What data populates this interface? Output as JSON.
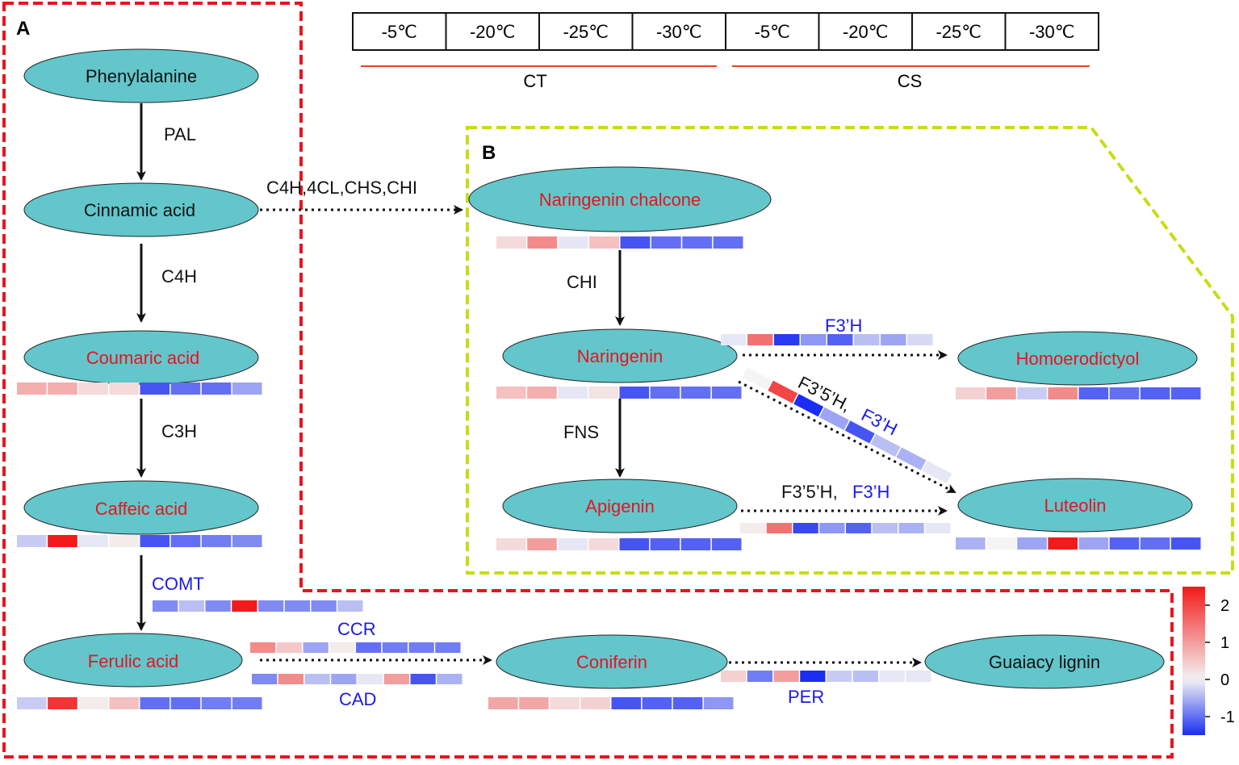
{
  "colors": {
    "node_fill": "#62C6CB",
    "metabolite_red": "#E8141E",
    "metabolite_black": "#111111",
    "enzyme_blue": "#1A1AE6",
    "enzyme_black": "#111111",
    "box_a": "#E8141E",
    "box_b": "#C8DC14",
    "group_line": "#E8441E",
    "scale_high": "#F21A1A",
    "scale_mid": "#F4F4F4",
    "scale_low": "#1A2DF2"
  },
  "panels": {
    "a": "A",
    "b": "B"
  },
  "header": {
    "cells": [
      "-5℃",
      "-20℃",
      "-25℃",
      "-30℃",
      "-5℃",
      "-20℃",
      "-25℃",
      "-30℃"
    ],
    "groups": [
      "CT",
      "CS"
    ]
  },
  "metabolites": {
    "phenylalanine": "Phenylalanine",
    "cinnamic": "Cinnamic acid",
    "coumaric": "Coumaric acid",
    "caffeic": "Caffeic acid",
    "ferulic": "Ferulic acid",
    "coniferin": "Coniferin",
    "guaiacy": "Guaiacy lignin",
    "nar_chalcone": "Naringenin chalcone",
    "naringenin": "Naringenin",
    "apigenin": "Apigenin",
    "homoerodictyol": "Homoerodictyol",
    "luteolin": "Luteolin"
  },
  "enzymes": {
    "pal": "PAL",
    "c4h_chain": "C4H,4CL,CHS,CHI",
    "c4h": "C4H",
    "c3h": "C3H",
    "comt": "COMT",
    "ccr": "CCR",
    "cad": "CAD",
    "per": "PER",
    "chi": "CHI",
    "fns": "FNS",
    "f3h_top": "F3’H",
    "f35h_diag": "F3’5’H,",
    "f3h_diag": "F3’H",
    "f35h_bottom": "F3’5’H,",
    "f3h_bottom": "F3’H"
  },
  "heatmap": {
    "coumaric": [
      0.8,
      0.8,
      0.3,
      0.3,
      -1.2,
      -1.0,
      -1.0,
      -0.6
    ],
    "caffeic": [
      -0.3,
      2.5,
      -0.1,
      0.1,
      -1.2,
      -1.0,
      -0.9,
      -0.8
    ],
    "comt": [
      -0.8,
      -0.4,
      -0.8,
      2.5,
      -0.8,
      -0.8,
      -0.8,
      -0.4
    ],
    "ferulic": [
      -0.3,
      2.2,
      0.1,
      0.6,
      -1.0,
      -1.0,
      -0.9,
      -0.9
    ],
    "ccr": [
      1.2,
      0.5,
      -0.6,
      0.1,
      -1.0,
      -0.9,
      -0.9,
      -0.9
    ],
    "cad": [
      -0.8,
      1.2,
      -0.4,
      -0.6,
      -0.1,
      1.0,
      -1.2,
      -0.5
    ],
    "coniferin": [
      0.9,
      0.9,
      0.3,
      0.4,
      -1.2,
      -1.1,
      -1.1,
      -0.7
    ],
    "per": [
      0.4,
      -0.9,
      1.0,
      -1.5,
      -0.3,
      -0.4,
      -0.1,
      -0.1
    ],
    "nar_chalcone": [
      0.3,
      1.2,
      -0.1,
      0.6,
      -1.2,
      -1.0,
      -1.0,
      -1.0
    ],
    "naringenin": [
      0.6,
      0.8,
      -0.1,
      0.2,
      -1.2,
      -1.0,
      -1.0,
      -1.0
    ],
    "apigenin": [
      0.3,
      1.0,
      -0.1,
      0.3,
      -1.2,
      -1.1,
      -1.1,
      -1.1
    ],
    "f3h_top": [
      -0.1,
      1.5,
      -1.4,
      -0.7,
      -1.1,
      -0.4,
      -0.6,
      -0.2
    ],
    "f35h_diag": [
      0.0,
      2.0,
      -1.5,
      -0.6,
      -1.2,
      -0.4,
      -0.5,
      -0.1
    ],
    "f35h_bottom": [
      0.1,
      1.5,
      -1.3,
      -0.7,
      -1.1,
      -0.4,
      -0.5,
      -0.1
    ],
    "homoerodictyol": [
      0.4,
      1.0,
      -0.3,
      1.2,
      -1.1,
      -1.0,
      -1.1,
      -1.1
    ],
    "luteolin": [
      -0.5,
      0.0,
      -0.6,
      2.5,
      -0.6,
      -1.1,
      -1.0,
      -1.2
    ]
  },
  "scale": {
    "min": -1.5,
    "max": 2.5,
    "ticks": [
      "2",
      "1",
      "0",
      "-1"
    ]
  }
}
